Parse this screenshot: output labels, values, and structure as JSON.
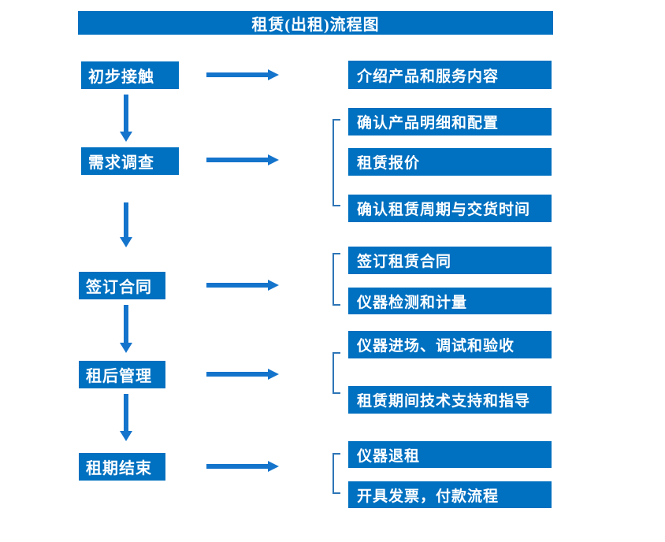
{
  "title": "租赁(出租)流程图",
  "colors": {
    "box_fill": "#0070C0",
    "arrow": "#1474CC",
    "bracket": "#2E75B6",
    "text": "#FFFFFF",
    "background": "#FFFFFF"
  },
  "stages": [
    {
      "label": "初步接触",
      "children": [
        "介绍产品和服务内容"
      ]
    },
    {
      "label": "需求调查",
      "children": [
        "确认产品明细和配置",
        "租赁报价",
        "确认租赁周期与交货时间"
      ]
    },
    {
      "label": "签订合同",
      "children": [
        "签订租赁合同",
        "仪器检测和计量"
      ]
    },
    {
      "label": "租后管理",
      "children": [
        "仪器进场、调试和验收",
        "租赁期间技术支持和指导"
      ]
    },
    {
      "label": "租期结束",
      "children": [
        "仪器退租",
        "开具发票，付款流程"
      ]
    }
  ]
}
